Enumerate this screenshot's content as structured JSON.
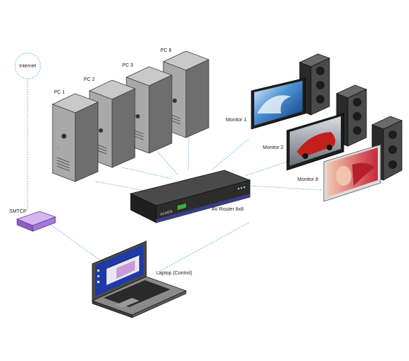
{
  "labels": {
    "internet": "Internet",
    "smtcp": "SMTCP",
    "pc1": "PC 1",
    "pc2": "PC 2",
    "pc3": "PC 3",
    "pc8": "PC 8",
    "monitor1": "Monitor 1",
    "monitor2": "Monitor 2",
    "monitor8": "Monitor 8",
    "router": "AV Router 8x8",
    "router_brand": "AVWEB",
    "laptop": "Laptop (Control)"
  },
  "colors": {
    "link": "#5aaee0",
    "tower_front": "#a9a9a9",
    "tower_side": "#6e6e6e",
    "tower_top": "#c9c9c9",
    "speaker": "#3b3b3b",
    "router": "#2c2c2c",
    "router_accent": "#3a3f8a",
    "smtcp": "#b07fe0",
    "laptop_body": "#5a5a5a",
    "screen_bg": "#1f3aa8"
  }
}
